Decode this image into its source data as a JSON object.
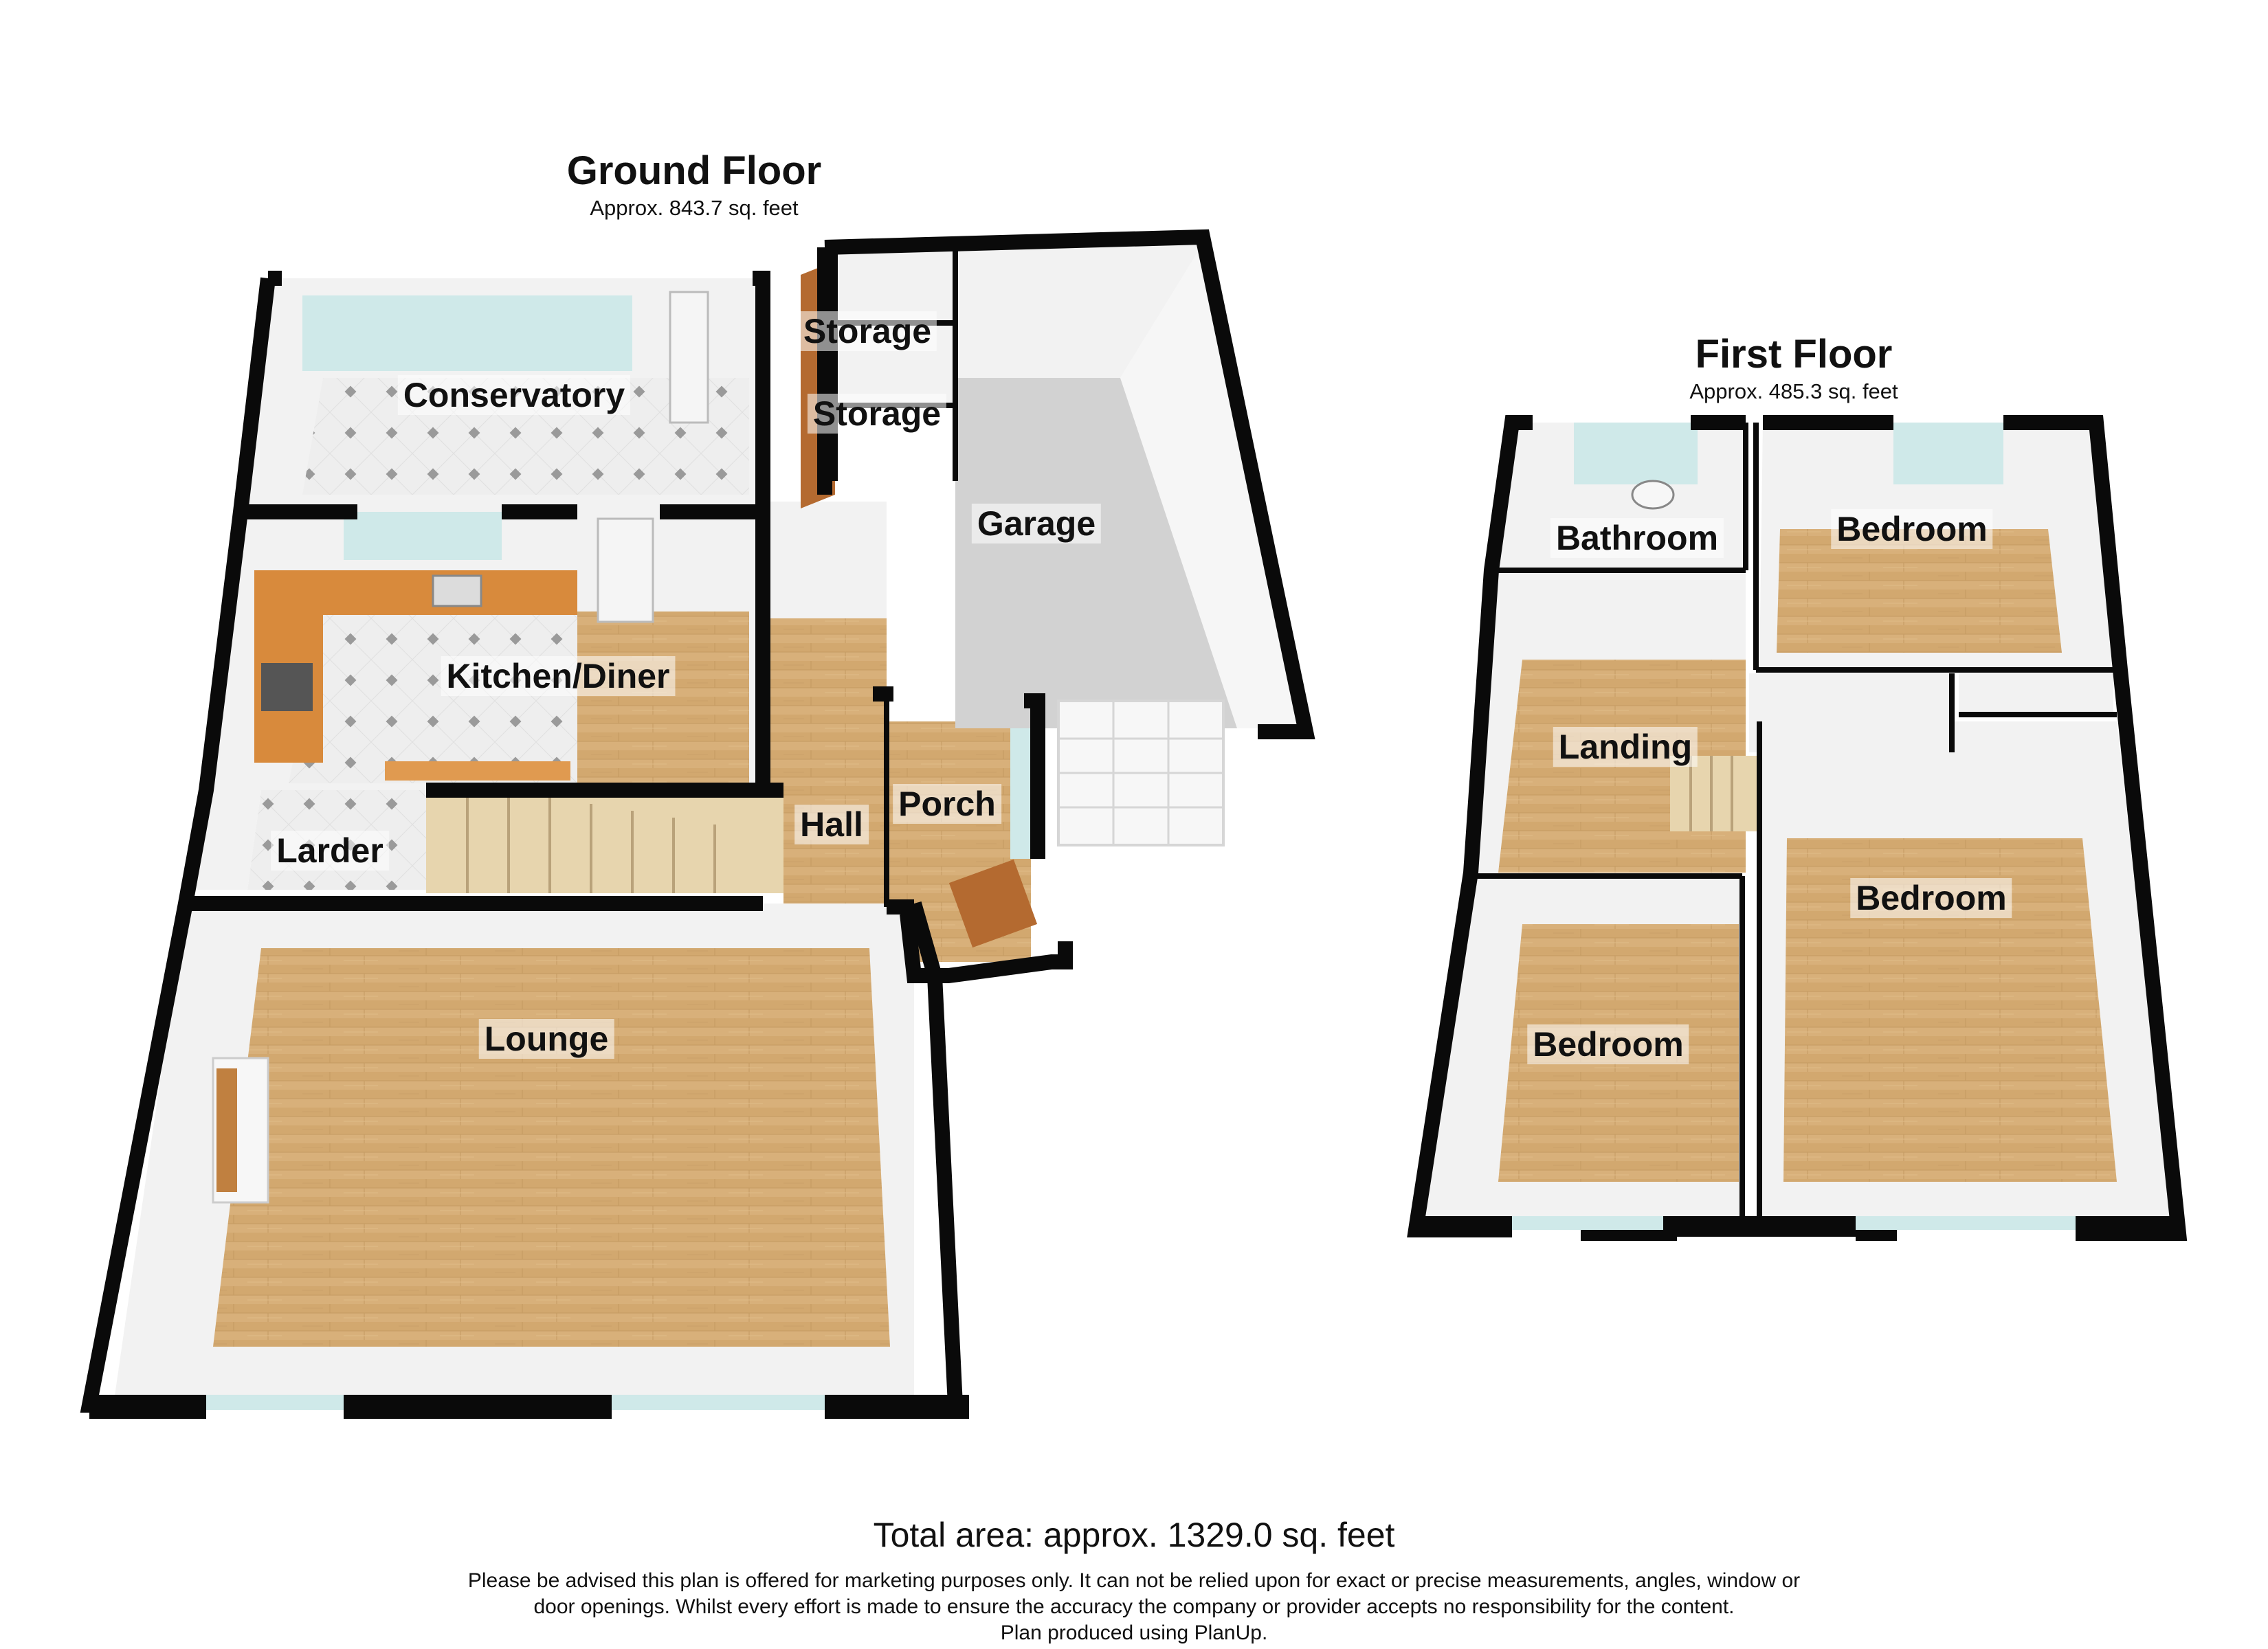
{
  "ground_floor": {
    "title": "Ground Floor",
    "area": "Approx. 843.7 sq. feet",
    "rooms": {
      "conservatory": "Conservatory",
      "storage_1": "Storage",
      "storage_2": "Storage",
      "garage": "Garage",
      "kitchen": "Kitchen/Diner",
      "larder": "Larder",
      "hall": "Hall",
      "porch": "Porch",
      "lounge": "Lounge"
    }
  },
  "first_floor": {
    "title": "First Floor",
    "area": "Approx. 485.3 sq. feet",
    "rooms": {
      "bathroom": "Bathroom",
      "bedroom_1": "Bedroom",
      "landing": "Landing",
      "bedroom_2": "Bedroom",
      "bedroom_3": "Bedroom"
    }
  },
  "total_area": "Total area: approx. 1329.0 sq. feet",
  "disclaimer": {
    "line1": "Please be advised this plan is offered for marketing purposes only. It can not be relied upon for exact or precise measurements, angles, window or",
    "line2": "door openings. Whilst every effort is made to ensure the accuracy the company or provider accepts no responsibility for the content.",
    "line3": "Plan produced using PlanUp."
  },
  "colors": {
    "wall": "#0a0a0a",
    "wood_floor": "#d8b07a",
    "tile_floor": "#eaeaea",
    "garage_floor": "#d2d2d2",
    "inner_wall": "#f4f4f4",
    "worktop": "#d88a3c",
    "window": "#bfe3e3"
  }
}
